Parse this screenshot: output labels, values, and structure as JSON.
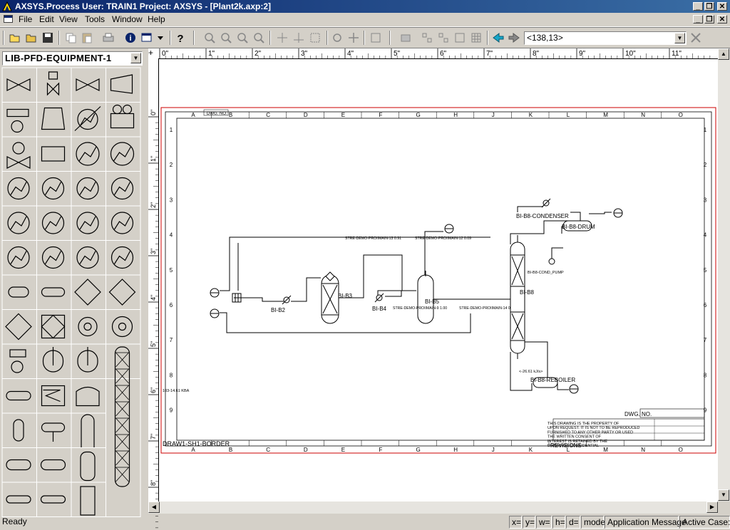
{
  "window": {
    "title": "AXSYS.Process User: TRAIN1  Project: AXSYS - [Plant2k.axp:2]",
    "controls": {
      "minimize": "_",
      "restore": "❐",
      "close": "✕"
    }
  },
  "menu": {
    "items": [
      {
        "label": "File"
      },
      {
        "label": "Edit"
      },
      {
        "label": "View"
      },
      {
        "label": "Tools"
      },
      {
        "label": "Window"
      },
      {
        "label": "Help"
      }
    ]
  },
  "toolbar": {
    "coordinate_value": "<138,13>",
    "buttons": [
      "open-icon",
      "save-icon",
      "print-icon",
      "info-icon",
      "help-icon",
      "zoom-in-icon",
      "zoom-out-icon",
      "select-icon",
      "rotate-icon",
      "move-icon",
      "back-arrow-icon",
      "forward-arrow-icon",
      "cancel-icon"
    ]
  },
  "library": {
    "selected": "LIB-PFD-EQUIPMENT-1"
  },
  "ruler": {
    "horizontal": [
      "0\"",
      "1\"",
      "2\"",
      "3\"",
      "4\"",
      "5\"",
      "6\"",
      "7\"",
      "8\"",
      "9\"",
      "10\"",
      "11\""
    ],
    "vertical": [
      "0\"",
      "1\"",
      "2\"",
      "3\"",
      "4\"",
      "5\"",
      "6\"",
      "7\"",
      "8\""
    ]
  },
  "drawing": {
    "border_columns": [
      "A",
      "B",
      "C",
      "D",
      "E",
      "F",
      "G",
      "H",
      "J",
      "K",
      "L",
      "M",
      "N",
      "O"
    ],
    "border_rows": [
      "1",
      "2",
      "3",
      "4",
      "5",
      "6",
      "7",
      "8",
      "9"
    ],
    "border_name": "DRAW1-SH1-BORDER",
    "dwg_no_top": "DWG. NO.",
    "dwg_no": "DWG. NO.",
    "revisions": "REVISIONS",
    "left_note": "103-14.61 KBA",
    "labels": {
      "b2": "BI-B2",
      "b3": "BI-B3",
      "b4": "BI-B4",
      "b5": "BI-B5",
      "b8": "BI-B8",
      "condenser": "BI-B8-CONDENSER",
      "drum": "BI-B8-DRUM",
      "cond_pump": "BI-B8-COND_PUMP",
      "reboiler": "BI-B8-REBOILER",
      "stream13": "STRE-DEMO-PROIIMAIN-13 0.91",
      "stream12": "STRE-DEMO-PROIIMAIN-12 0.09",
      "stream9": "STRE-DEMO-PROIIMAIN-9 1.00",
      "stream14": "STRE-DEMO-PROIIMAIN-14 0.00",
      "duty": "<-26.61 kJ/s>"
    },
    "note_lines": [
      "THIS DRAWING IS THE PROPERTY OF",
      "UPON REQUEST. IT IS NOT TO BE REPRODUCED",
      "FURNISHED TO ANY OTHER PARTY OR USED",
      "THE WRITTEN CONSENT OF",
      "INTEREST IS RETAINED BY THE",
      "DRAWINGS CONFIDENTIAL"
    ]
  },
  "status": {
    "ready": "Ready",
    "x": "x=",
    "y": "y=",
    "w": "w=",
    "h": "h=",
    "d": "d=",
    "mode": "mode",
    "message": "Application Message",
    "active_case": "Active Case:"
  },
  "colors": {
    "title_start": "#0a246a",
    "title_end": "#3a6ea5",
    "border_red": "#cc0000",
    "chrome": "#d4d0c8"
  }
}
